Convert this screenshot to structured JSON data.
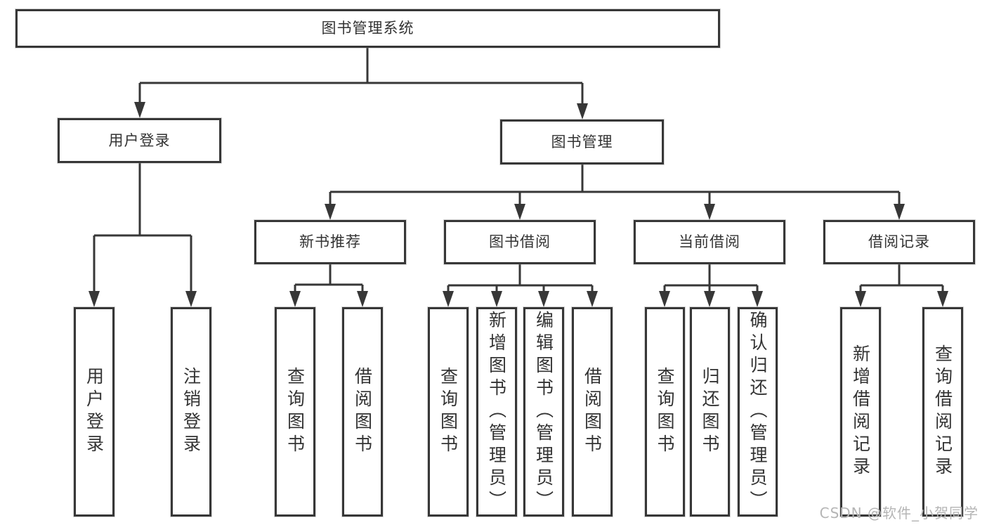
{
  "nodes": {
    "root": "图书管理系统",
    "user_login": "用户登录",
    "book_mgmt": "图书管理",
    "new_book_rec": "新书推荐",
    "book_borrow": "图书借阅",
    "current_borrow": "当前借阅",
    "borrow_record": "借阅记录",
    "leaf_user_login": "用户登录",
    "leaf_logout": "注销登录",
    "leaf_nb_query": "查询图书",
    "leaf_nb_borrow": "借阅图书",
    "leaf_bb_query": "查询图书",
    "leaf_bb_add": "新增图书（管理员）",
    "leaf_bb_edit": "编辑图书（管理员）",
    "leaf_bb_borrow": "借阅图书",
    "leaf_cb_query": "查询图书",
    "leaf_cb_return": "归还图书",
    "leaf_cb_confirm": "确认归还（管理员）",
    "leaf_br_add": "新增借阅记录",
    "leaf_br_query": "查询借阅记录"
  },
  "watermark": "CSDN @软件_小贺同学",
  "colors": {
    "line": "#373737",
    "text": "#333333",
    "watermark": "#b5b5b5",
    "background": "#ffffff"
  }
}
